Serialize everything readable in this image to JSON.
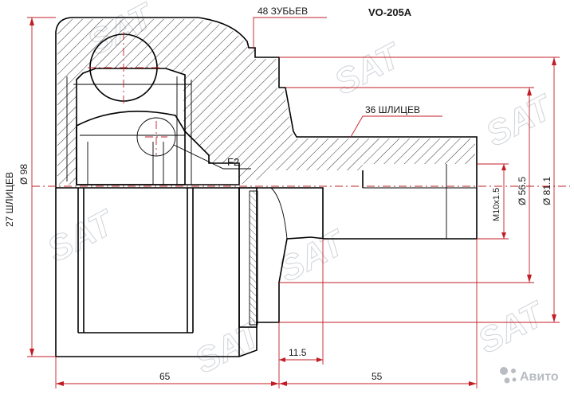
{
  "labels": {
    "part_number": "VO-205A",
    "abs_teeth": "48 ЗУБЬЕВ",
    "outer_splines": "36 ШЛИЦЕВ",
    "inner_splines": "27 ШЛИЦЕВ",
    "inner_diameter": "Ø 98",
    "f2": "F2",
    "thread": "M10x1.5",
    "diam_56": "Ø 56.5",
    "diam_81": "Ø 81.1",
    "len_11": "11.5",
    "len_65": "65",
    "len_55": "55"
  },
  "watermark": {
    "brand": "SAT",
    "marketplace": "Авито"
  },
  "colors": {
    "dimension_line": "#c21d25",
    "outline": "#000000",
    "watermark": "#cfd3d8"
  }
}
